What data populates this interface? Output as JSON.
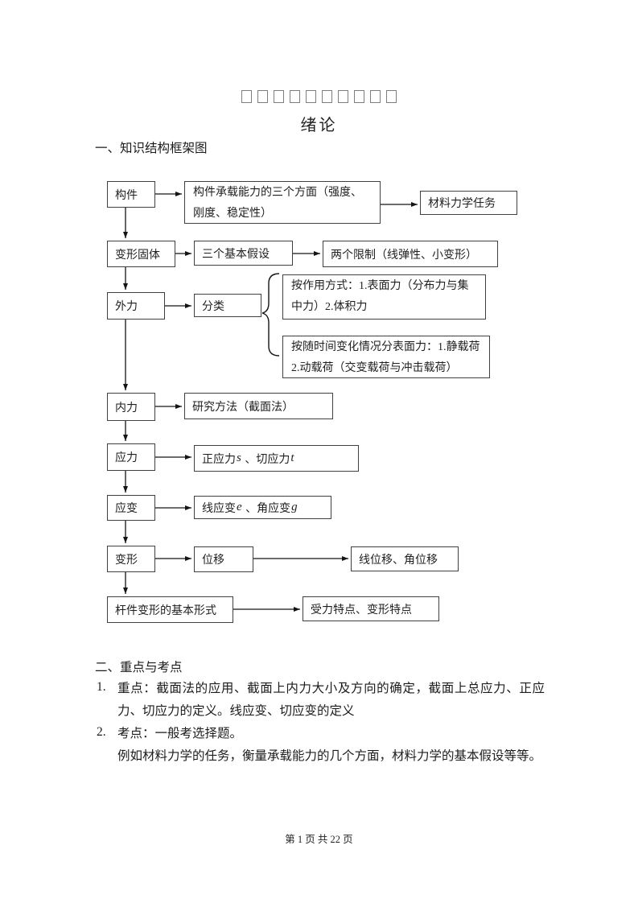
{
  "page": {
    "title_glyph_count": 10,
    "doc_subtitle": "绪论",
    "footer": "第 1 页  共 22 页"
  },
  "sections": {
    "s1_heading": "一、知识结构框架图",
    "s2_heading": "二、重点与考点"
  },
  "flowchart": {
    "nodes": {
      "component": "构件",
      "capacity": "构件承载能力的三个方面（强度、刚度、稳定性）",
      "task": "材料力学任务",
      "deformable_solid": "变形固体",
      "assumptions": "三个基本假设",
      "limits": "两个限制（线弹性、小变形）",
      "external_force": "外力",
      "classification": "分类",
      "by_action": "按作用方式：1.表面力（分布力与集中力）2.体积力",
      "by_time": "按随时间变化情况分表面力：1.静载荷 2.动载荷（交变载荷与冲击载荷）",
      "internal_force": "内力",
      "method": "研究方法（截面法）",
      "stress_label": "应力",
      "stress": {
        "pre": "正应力",
        "sym1": "s",
        "mid": " 、切应力",
        "sym2": "t"
      },
      "strain_label": "应变",
      "strain": {
        "pre": "线应变",
        "sym1": "e",
        "mid": " 、角应变",
        "sym2": "g"
      },
      "deformation": "变形",
      "displacement": "位移",
      "disp_types": "线位移、角位移",
      "bar_forms": "杆件变形的基本形式",
      "features": "受力特点、变形特点"
    }
  },
  "notes": {
    "item1_num": "1.",
    "item1_line1": "重点：截面法的应用、截面上内力大小及方向的确定，截面上总应力、正应",
    "item1_line2": "力、切应力的定义。线应变、切应变的定义",
    "item2_num": "2.",
    "item2_line1": "考点：一般考选择题。",
    "item2_line2": "例如材料力学的任务，衡量承载能力的几个方面，材料力学的基本假设等等。"
  }
}
